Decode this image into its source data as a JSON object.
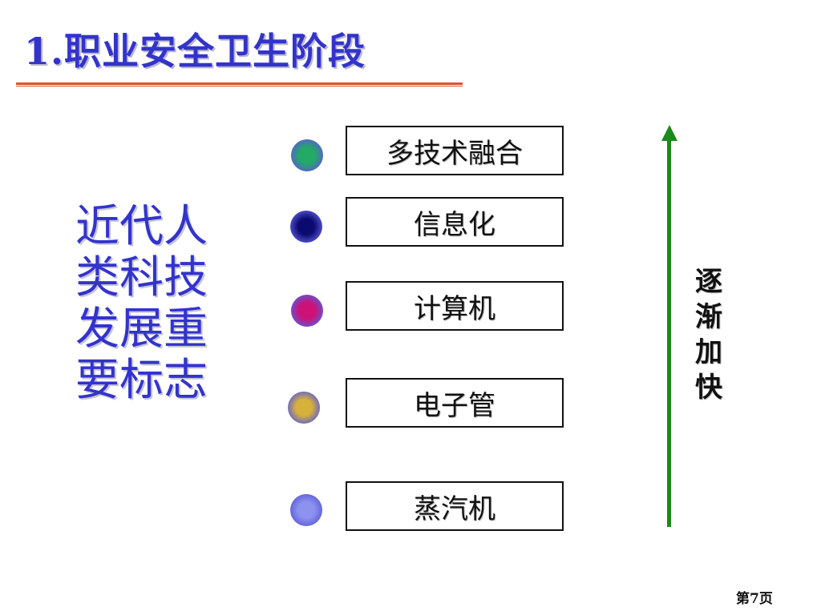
{
  "slide": {
    "title": "1.职业安全卫生阶段",
    "page_number": "第7页"
  },
  "side_label": {
    "lines": [
      "近代人",
      "类科技",
      "发展重",
      "要标志"
    ]
  },
  "stages": [
    {
      "label": "多技术融合",
      "dot_color": "#22aa66"
    },
    {
      "label": "信息化",
      "dot_color": "#0a0a70"
    },
    {
      "label": "计算机",
      "dot_color": "#cc1177"
    },
    {
      "label": "电子管",
      "dot_color": "#d7b23a"
    },
    {
      "label": "蒸汽机",
      "dot_color": "#8c93ee"
    }
  ],
  "trend": {
    "label_chars": [
      "逐",
      "渐",
      "加",
      "快"
    ],
    "color": "#1a8a1a"
  },
  "colors": {
    "title": "#3333cc",
    "rule": "#d8532b",
    "text": "#111111"
  }
}
